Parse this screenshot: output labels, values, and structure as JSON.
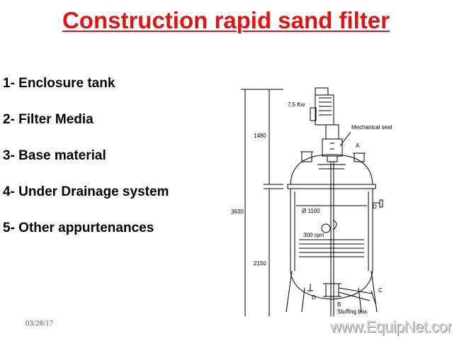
{
  "slide": {
    "title": "Construction rapid sand filter",
    "items": [
      "1- Enclosure tank",
      "2- Filter Media",
      "3- Base material",
      "4- Under Drainage system",
      "5- Other appurtenances"
    ],
    "date": "03/28/17",
    "watermark": "www.EquipNet.com"
  },
  "diagram": {
    "motor_power": "7,5 Kw",
    "mechanical_seal": "Mechanical seal",
    "dim_total": "3630",
    "dim_upper": "1480",
    "dim_lower": "2150",
    "diameter": "Ø 1100",
    "speed": "300 rpm",
    "stuffing_box": "Stuffing box",
    "nozzle_a": "A",
    "nozzle_b": "B",
    "nozzle_c": "C",
    "nozzle_d_right": "D",
    "nozzle_d_left": "D"
  }
}
